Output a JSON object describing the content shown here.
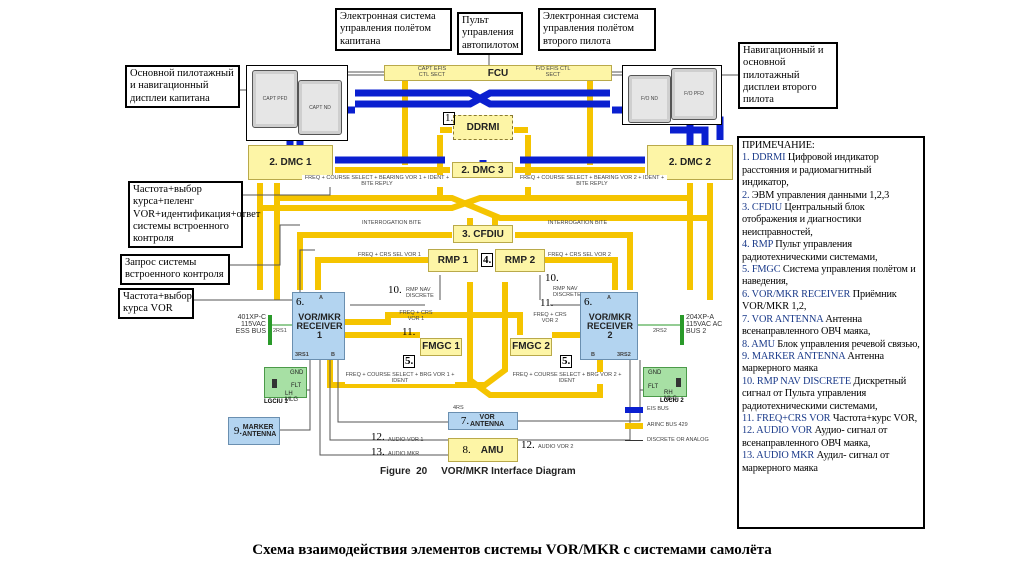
{
  "callouts": {
    "capt_efis": "Электронная система управления полётом капитана",
    "autopilot": "Пульт управления автопилотом",
    "fo_efis": "Электронная система управления полётом второго пилота",
    "capt_display": "Основной пилотажный и навигационный дисплеи капитана",
    "fo_display": "Навигационный и основной пилотажный дисплеи второго пилота",
    "freq_bearing": "Частота+выбор курса+пеленг VOR+идентификация+ответ системы встроенного контроля",
    "bite_request": "Запрос системы встроенного контроля",
    "freq_course": "Частота+выбор курса VOR"
  },
  "blocks": {
    "fcu": "FCU",
    "capt_efis_ctl": "CAPT EFIS CTL SECT",
    "fo_efis_ctl": "F/O EFIS CTL SECT",
    "capt_pfd": "CAPT PFD",
    "capt_nd": "CAPT ND",
    "fo_nd": "F/O ND",
    "fo_pfd": "F/O PFD",
    "ddrmi": "DDRMI",
    "dmc1": "2. DMC 1",
    "dmc2": "2. DMC 2",
    "dmc3": "2. DMC 3",
    "cfdiu": "3. CFDIU",
    "rmp1": "RMP 1",
    "rmp2": "RMP 2",
    "fmgc1": "FMGC 1",
    "fmgc2": "FMGC 2",
    "recv1": "VOR/MKR RECEIVER 1",
    "recv2": "VOR/MKR RECEIVER 2",
    "recv_num": "6.",
    "port_a": "A",
    "port_b": "B",
    "rs1": "3RS1",
    "rs2": "3RS2",
    "lgciu1": "LGCIU 1",
    "lgciu2": "LGCIU 2",
    "gnd": "GND",
    "flt": "FLT",
    "lh_mlg": "LH MLG",
    "rh_mlg": "RH MLG",
    "marker_ant": "MARKER ANTENNA",
    "marker_num": "9.",
    "vor_ant": "VOR ANTENNA",
    "vor_num": "7.",
    "rs4": "4RS",
    "amu": "AMU",
    "amu_num": "8.",
    "bus1": "401XP-C 115VAC ESS BUS",
    "bus2": "204XP-A 115VAC AC BUS 2",
    "cb1": "2RS1",
    "cb2": "2RS2"
  },
  "labels": {
    "n1": "1.",
    "n4": "4.",
    "n5": "5.",
    "n10": "10.",
    "n11": "11.",
    "n12": "12.",
    "n13": "13.",
    "freq_course_1": "FREQ + COURSE SELECT + BEARING VOR 1 + IDENT + BITE REPLY",
    "freq_course_2": "FREQ + COURSE SELECT + BEARING VOR 2 + IDENT + BITE REPLY",
    "interrog": "INTERROGATION BITE",
    "crs_sel1": "FREQ + CRS SEL VOR 1",
    "crs_sel2": "FREQ + CRS SEL VOR 2",
    "rmp_nav": "RMP NAV DISCRETE",
    "freq_crs1": "FREQ + CRS VOR 1",
    "freq_crs2": "FREQ + CRS VOR 2",
    "brg1": "FREQ + COURSE SELECT + BRG VOR 1 + IDENT",
    "brg2": "FREQ + COURSE SELECT + BRG VOR 2 + IDENT",
    "audio_vor1": "AUDIO VOR 1",
    "audio_vor2": "AUDIO VOR 2",
    "audio_mkr": "AUDIO MKR"
  },
  "legend": {
    "eis": "EIS BUS",
    "arinc": "ARINC BUS 429",
    "discrete": "DISCRETE OR ANALOG"
  },
  "figure_caption": "Figure  20     VOR/MKR Interface Diagram",
  "note": {
    "title": "ПРИМЕЧАНИЕ:",
    "items": [
      {
        "key": "1. DDRMI",
        "text": " Цифровой индикатор расстояния и радиомагнитный индикатор,"
      },
      {
        "key": "2.",
        "text": " ЭВМ управления данными 1,2,3"
      },
      {
        "key": "3. CFDIU",
        "text": " Центральный блок отображения и диагностики неисправностей,"
      },
      {
        "key": "4. RMP",
        "text": " Пульт управления радиотехническими системами,"
      },
      {
        "key": "5. FMGC",
        "text": " Система управления полётом и наведения,"
      },
      {
        "key": "6. VOR/MKR RECEIVER",
        "text": " Приёмник VOR/MKR 1,2,"
      },
      {
        "key": "7. VOR ANTENNA",
        "text": " Антенна всенаправленного ОВЧ маяка,"
      },
      {
        "key": "8. AMU",
        "text": " Блок управления речевой связью,"
      },
      {
        "key": "9. MARKER ANTENNA",
        "text": " Антенна маркерного маяка"
      },
      {
        "key": "10. RMP NAV DISCRETE",
        "text": " Дискретный сигнал от Пульта управления радиотехническими системами,"
      },
      {
        "key": "11. FREQ+CRS VOR",
        "text": " Частота+курс VOR,"
      },
      {
        "key": "12. AUDIO VOR",
        "text": " Аудио- сигнал от всенаправленного ОВЧ маяка,"
      },
      {
        "key": "13. AUDIO MKR",
        "text": " Аудил- сигнал от маркерного маяка"
      }
    ]
  },
  "bottom_title": "Схема взаимодействия элементов системы VOR/MKR с системами самолёта",
  "colors": {
    "eis_bus": "#0a1fd0",
    "arinc_bus": "#f5c400",
    "block": "#fdf5a6",
    "receiver": "#b3d4f0",
    "lgciu": "#a7e0a4"
  }
}
